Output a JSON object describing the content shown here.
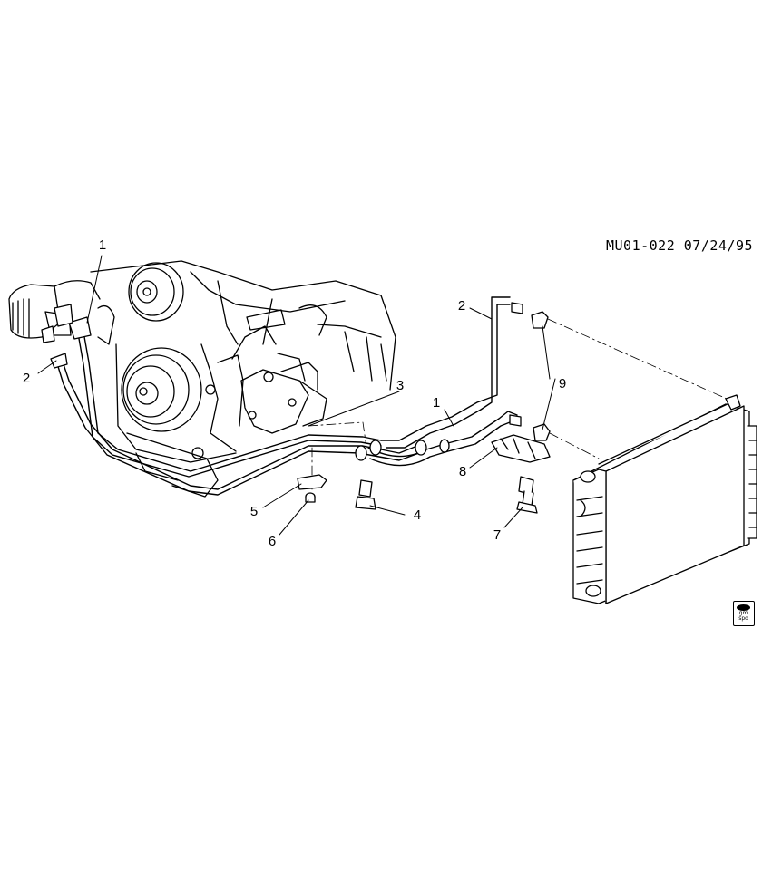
{
  "diagram": {
    "doc_id": "MU01-022 07/24/95",
    "callouts": {
      "c1_left": "1",
      "c1_right": "1",
      "c2_left": "2",
      "c2_right": "2",
      "c3": "3",
      "c4": "4",
      "c5": "5",
      "c6": "6",
      "c7": "7",
      "c8": "8",
      "c9": "9"
    },
    "badge": {
      "line1": "gm",
      "line2": "spo"
    }
  }
}
